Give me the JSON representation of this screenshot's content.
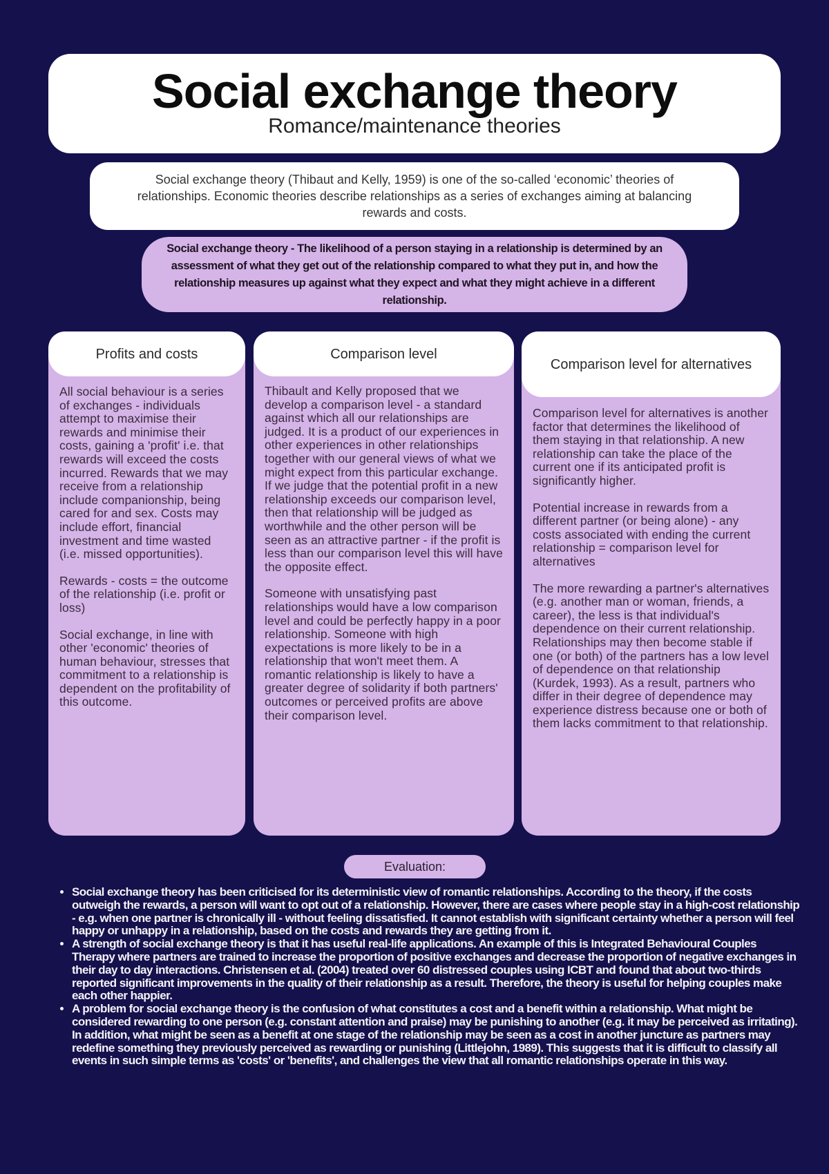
{
  "header": {
    "title": "Social exchange theory",
    "subtitle": "Romance/maintenance theories"
  },
  "intro": "Social exchange theory (Thibaut and Kelly, 1959) is one of the so-called ‘economic’ theories of relationships. Economic theories describe relationships as a series of exchanges aiming at balancing rewards and costs.",
  "definition": "Social exchange theory - The likelihood of a person staying in a relationship is determined by an assessment of what they get out of the relationship compared to what they put in, and how the relationship measures up against what they expect and what they might achieve in a different relationship.",
  "columns": [
    {
      "heading": "Profits and costs",
      "paragraphs": [
        "All social behaviour is a series of exchanges - individuals attempt to maximise their rewards and minimise their costs, gaining a 'profit' i.e. that rewards will exceed the costs incurred. Rewards that we may receive from a relationship include companionship, being cared for and sex. Costs may include effort, financial investment and time wasted (i.e. missed opportunities).",
        "Rewards - costs = the outcome of the relationship (i.e. profit or loss)",
        "Social exchange, in line with other 'economic' theories of human behaviour, stresses that commitment to a relationship is dependent on the profitability of this outcome."
      ]
    },
    {
      "heading": "Comparison level",
      "paragraphs": [
        "Thibault and Kelly proposed that we develop a comparison level - a standard against which all our relationships are judged. It is a product of our experiences in other experiences in other relationships together with our general views of what we might expect from this particular exchange. If we judge that the potential profit in a new relationship exceeds our comparison level, then that relationship will be judged as worthwhile and the other person will be seen as an attractive partner - if the profit is less than our comparison level this will have the opposite effect.",
        "Someone with unsatisfying past relationships would have a low comparison level and could be perfectly happy in a poor relationship. Someone with high expectations is more likely to be in a relationship that won't meet them. A romantic relationship is likely to have a greater degree of solidarity if both partners' outcomes or perceived profits are above their comparison level."
      ]
    },
    {
      "heading": "Comparison level for alternatives",
      "paragraphs": [
        "Comparison level for alternatives is another factor that determines the likelihood of them staying in that relationship. A new relationship can take the place of the current one if its anticipated profit is significantly higher.",
        "Potential increase in rewards from a different partner (or being alone) - any costs associated with ending the current relationship = comparison level for alternatives",
        "The more rewarding a partner's alternatives (e.g. another man or woman, friends, a career), the less is that individual's dependence on their current relationship. Relationships may then become stable if one (or both) of the partners has a low level of dependence on that relationship (Kurdek, 1993). As a result, partners who differ in their degree of dependence may experience distress because one or both of them lacks commitment to that relationship."
      ]
    }
  ],
  "evaluation": {
    "label": "Evaluation:",
    "points": [
      "Social exchange theory has been criticised for its deterministic view of romantic relationships. According to the theory, if the costs outweigh the rewards, a person will want to opt out of a relationship. However, there are cases where people stay in a high-cost relationship - e.g. when one partner is chronically ill - without feeling dissatisfied. It cannot establish with significant certainty whether a person will feel happy or unhappy in a relationship, based on the costs and rewards they are getting from it.",
      "A strength of social exchange theory is that it has useful real-life applications. An example of this is Integrated Behavioural Couples Therapy where partners are trained to increase the proportion of positive exchanges and decrease the proportion of negative exchanges in their day to day interactions. Christensen et al. (2004) treated over 60 distressed couples using ICBT and found that about two-thirds reported significant improvements in the quality of their relationship as a result. Therefore, the theory is useful for helping couples make each other happier.",
      "A problem for social exchange theory is the confusion of what constitutes a cost and a benefit within a relationship. What might be considered rewarding to one person (e.g. constant attention and praise) may be punishing to another (e.g. it may be perceived as irritating). In addition, what might be seen as a benefit at one stage of the relationship may be seen as a cost in another juncture as partners may redefine something they previously perceived as rewarding or punishing (Littlejohn, 1989). This suggests that it is difficult to classify all events in such simple terms as 'costs' or 'benefits', and challenges the view that all romantic relationships operate in this way."
    ]
  }
}
